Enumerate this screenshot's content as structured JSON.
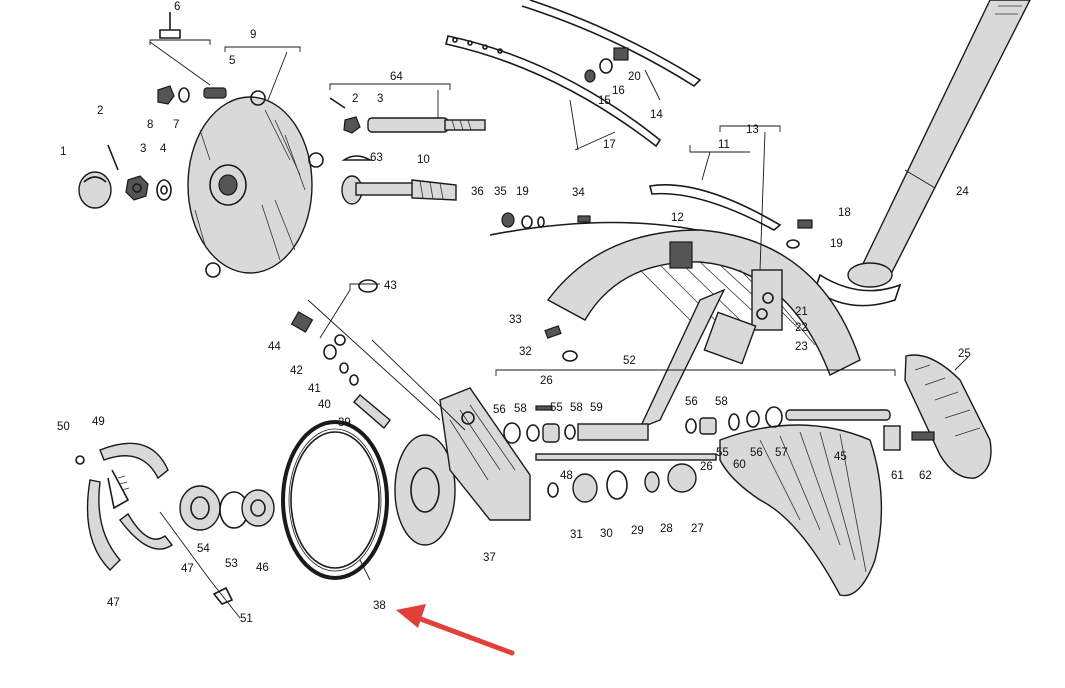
{
  "labels": {
    "p1": "1",
    "p2": "2",
    "p3": "3",
    "p4": "4",
    "p5": "5",
    "p6": "6",
    "p7": "7",
    "p8": "8",
    "p9": "9",
    "p10": "10",
    "p11": "11",
    "p12": "12",
    "p13": "13",
    "p14": "14",
    "p15": "15",
    "p16": "16",
    "p17": "17",
    "p18": "18",
    "p19": "19",
    "p20": "20",
    "p21": "21",
    "p22": "22",
    "p23": "23",
    "p24": "24",
    "p25": "25",
    "p26": "26",
    "p27": "27",
    "p28": "28",
    "p29": "29",
    "p30": "30",
    "p31": "31",
    "p32": "32",
    "p33": "33",
    "p34": "34",
    "p35": "35",
    "p36": "36",
    "p37": "37",
    "p38": "38",
    "p39": "39",
    "p40": "40",
    "p41": "41",
    "p42": "42",
    "p43": "43",
    "p44": "44",
    "p45": "45",
    "p46": "46",
    "p47": "47",
    "p48": "48",
    "p49": "49",
    "p50": "50",
    "p51": "51",
    "p52": "52",
    "p53": "53",
    "p54": "54",
    "p55": "55",
    "p56": "56",
    "p57": "57",
    "p58": "58",
    "p59": "59",
    "p60": "60",
    "p61": "61",
    "p62": "62",
    "p63": "63",
    "p64": "64"
  },
  "highlight": {
    "part": "38",
    "arrow_color": "#e2403a"
  }
}
